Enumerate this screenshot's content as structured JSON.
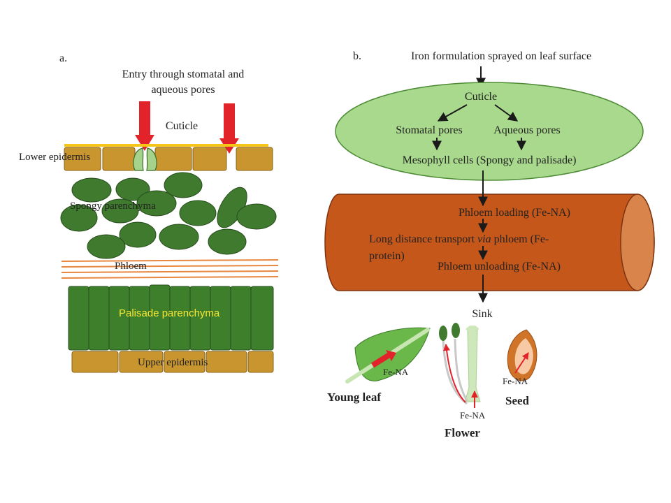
{
  "colors": {
    "cuticle_line": "#f5c518",
    "epidermis": "#c8952f",
    "epidermis_stroke": "#8a6418",
    "spongy_cell": "#3f7a2e",
    "spongy_stroke": "#274d1c",
    "phloem_line": "#e8873f",
    "palisade_cell": "#3e7f2c",
    "palisade_label": "#f7e733",
    "entry_arrow": "#e3232a",
    "guard_cell": "#a5d38c",
    "ellipse_fill": "#a8d98c",
    "ellipse_stroke": "#4c8a34",
    "tube_fill": "#c5571b",
    "tube_stroke": "#7e3410",
    "tube_end": "#d8844a",
    "leaf_fill": "#6bb84a",
    "stem_fill": "#cfe8bb",
    "seed_outer": "#cf7428",
    "seed_inner": "#f7c9a4",
    "flow_arrow": "#1a1a1a"
  },
  "panel_a": {
    "label": "a.",
    "entry_text_1": "Entry through stomatal and",
    "entry_text_2": "aqueous pores",
    "cuticle": "Cuticle",
    "lower_epidermis": "Lower epidermis",
    "spongy": "Spongy parenchyma",
    "phloem": "Phloem",
    "palisade": "Palisade parenchyma",
    "upper_epidermis": "Upper epidermis"
  },
  "panel_b": {
    "label": "b.",
    "title": "Iron formulation sprayed on leaf surface",
    "cuticle": "Cuticle",
    "stomatal_pores": "Stomatal pores",
    "aqueous_pores": "Aqueous pores",
    "mesophyll": "Mesophyll cells (Spongy and palisade)",
    "phloem_loading": "Phloem loading (Fe-NA)",
    "long_distance_1_pre": "Long distance transport ",
    "long_distance_1_via": "via",
    "long_distance_1_post": " phloem (Fe-",
    "long_distance_2": "protein)",
    "phloem_unloading": "Phloem unloading (Fe-NA)",
    "sink": "Sink",
    "young_leaf": "Young leaf",
    "flower": "Flower",
    "seed": "Seed",
    "fe_na_leaf": "Fe-NA",
    "fe_na_flower": "Fe-NA",
    "fe_na_seed": "Fe-NA"
  }
}
